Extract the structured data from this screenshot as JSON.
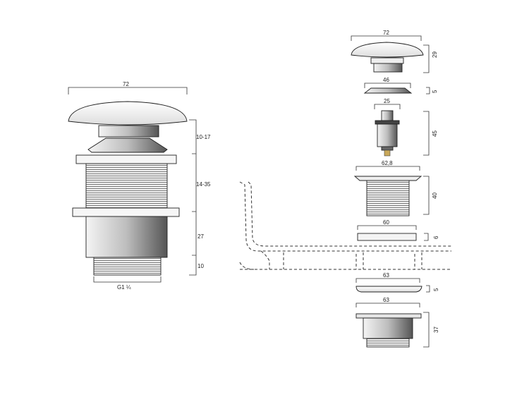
{
  "assembled_view": {
    "width_label": "72",
    "height_labels": [
      "10-17",
      "14-35",
      "27",
      "10"
    ],
    "thread_label": "G1 ¼"
  },
  "exploded_view": {
    "cap": {
      "width": "72",
      "height": "29"
    },
    "ring": {
      "width": "46",
      "height": "5"
    },
    "cartridge": {
      "width": "25",
      "height": "45"
    },
    "threaded_body": {
      "width": "62,8",
      "height": "40"
    },
    "top_washer": {
      "width": "60",
      "height": "6"
    },
    "bottom_gasket": {
      "width": "63",
      "height": "5"
    },
    "bottom_nut": {
      "width": "63",
      "height": "37"
    }
  }
}
